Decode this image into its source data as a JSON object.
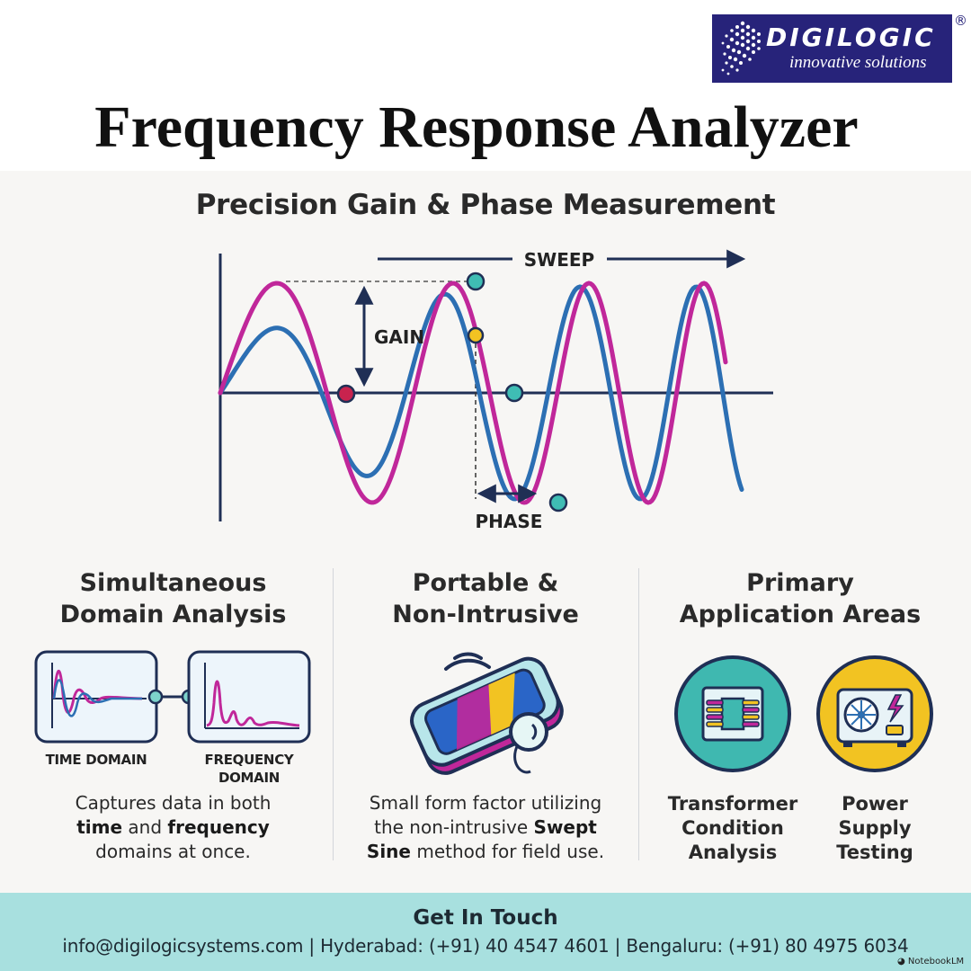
{
  "logo": {
    "brand": "DIGILOGIC",
    "tagline": "innovative solutions",
    "registered_mark": "®"
  },
  "title": "Frequency Response Analyzer",
  "subtitle": "Precision Gain & Phase Measurement",
  "diagram": {
    "labels": {
      "sweep": "SWEEP",
      "gain": "GAIN",
      "phase": "PHASE"
    },
    "colors": {
      "signal_a": "#c0279a",
      "signal_b": "#2c6fb3",
      "axis": "#1f2f55",
      "marker": "#3fbdb4",
      "gain_marker": "#f2c322",
      "crossing_marker": "#c8234e"
    }
  },
  "columns": {
    "domain": {
      "title_line1": "Simultaneous",
      "title_line2": "Domain Analysis",
      "time_label": "TIME DOMAIN",
      "freq_label_line1": "FREQUENCY",
      "freq_label_line2": "DOMAIN",
      "desc_1": "Captures data in both",
      "desc_2a": "time",
      "desc_2b": " and ",
      "desc_2c": "frequency",
      "desc_3": "domains at once."
    },
    "portable": {
      "title_line1": "Portable &",
      "title_line2": "Non-Intrusive",
      "desc_1": "Small form factor utilizing",
      "desc_2a": "the non-intrusive ",
      "desc_2b": "Swept",
      "desc_3a": "Sine",
      "desc_3b": " method for field use."
    },
    "applications": {
      "title_line1": "Primary",
      "title_line2": "Application Areas",
      "item1_line1": "Transformer",
      "item1_line2": "Condition",
      "item1_line3": "Analysis",
      "item2_line1": "Power",
      "item2_line2": "Supply",
      "item2_line3": "Testing"
    }
  },
  "footer": {
    "heading": "Get In Touch",
    "contact": "info@digilogicsystems.com | Hyderabad: (+91) 40 4547 4601 | Bengaluru: (+91) 80 4975 6034",
    "watermark": "NotebookLM"
  }
}
